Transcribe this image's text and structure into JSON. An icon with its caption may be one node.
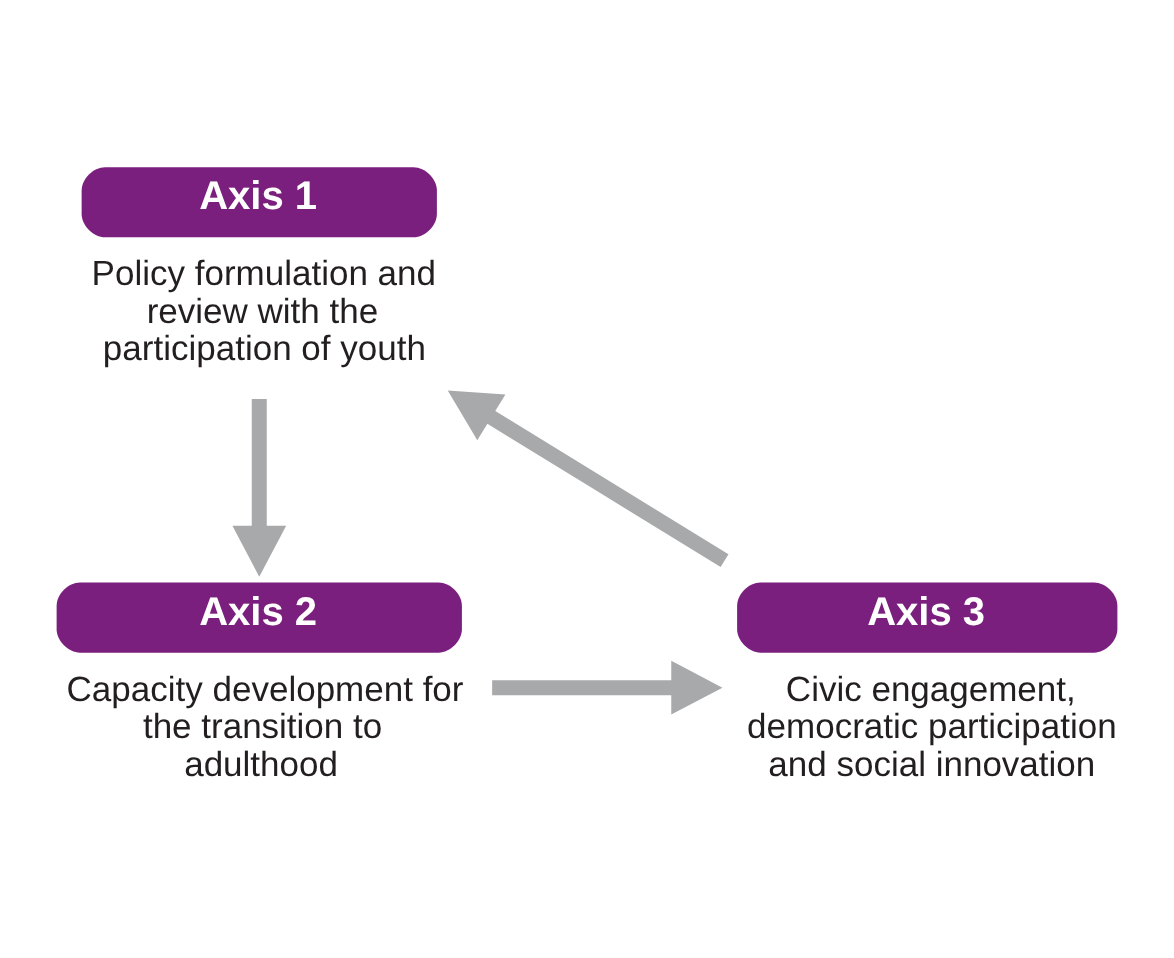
{
  "diagram": {
    "nodes": [
      {
        "text": [
          "Axis 1",
          "Policy formulation and review with the participation of youth"
        ]
      },
      {
        "text": [
          "Axis 2",
          "Capacity development for the transition to adulthood"
        ]
      },
      {
        "text": [
          "Axis 3",
          "Civic engagement, democratic participation and social innovation"
        ]
      }
    ],
    "edges": [
      {
        "from": 0,
        "to": 1,
        "arrow": "to"
      },
      {
        "from": 1,
        "to": 2,
        "arrow": "to"
      },
      {
        "from": 2,
        "to": 0,
        "arrow": "to"
      }
    ]
  }
}
